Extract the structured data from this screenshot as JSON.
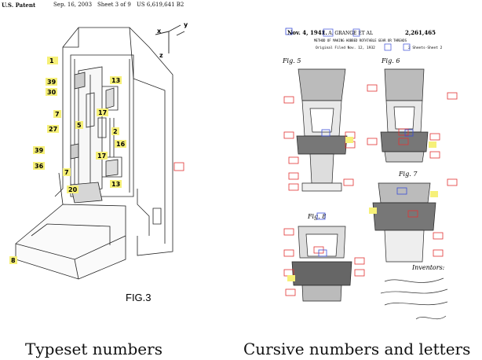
{
  "left_panel": {
    "header": {
      "left": "U.S. Patent",
      "date": "Sep. 16, 2003",
      "sheet": "Sheet 3 of 9",
      "number": "US 6,619,641 B2"
    },
    "figure_label": "FIG.3",
    "axis_labels": [
      "y",
      "x",
      "z"
    ],
    "typeset_labels": [
      "1",
      "39",
      "30",
      "13",
      "7",
      "17",
      "27",
      "5",
      "2",
      "16",
      "39",
      "36",
      "17",
      "13",
      "20",
      "8",
      "7"
    ],
    "caption": "Typeset numbers"
  },
  "right_panel": {
    "header": {
      "date": "Nov. 4, 1941.",
      "inventor": "E. A. GRANGE ET AL",
      "number": "2,261,465",
      "title": "METHOD OF MAKING HOBBED ROTATABLE GEAR OR THREADS",
      "filed": "Original Filed Nov. 12, 1932",
      "sheets": "2 Sheets-Sheet 2"
    },
    "fig_labels": [
      "Fig. 5",
      "Fig. 6",
      "Fig. 7",
      "Fig. 8"
    ],
    "inventors_heading": "Inventors:",
    "caption": "Cursive numbers and letters"
  },
  "colors": {
    "yellow_box": "#f6f078",
    "red_box": "#e23333",
    "blue_box": "#3a4ed8"
  }
}
